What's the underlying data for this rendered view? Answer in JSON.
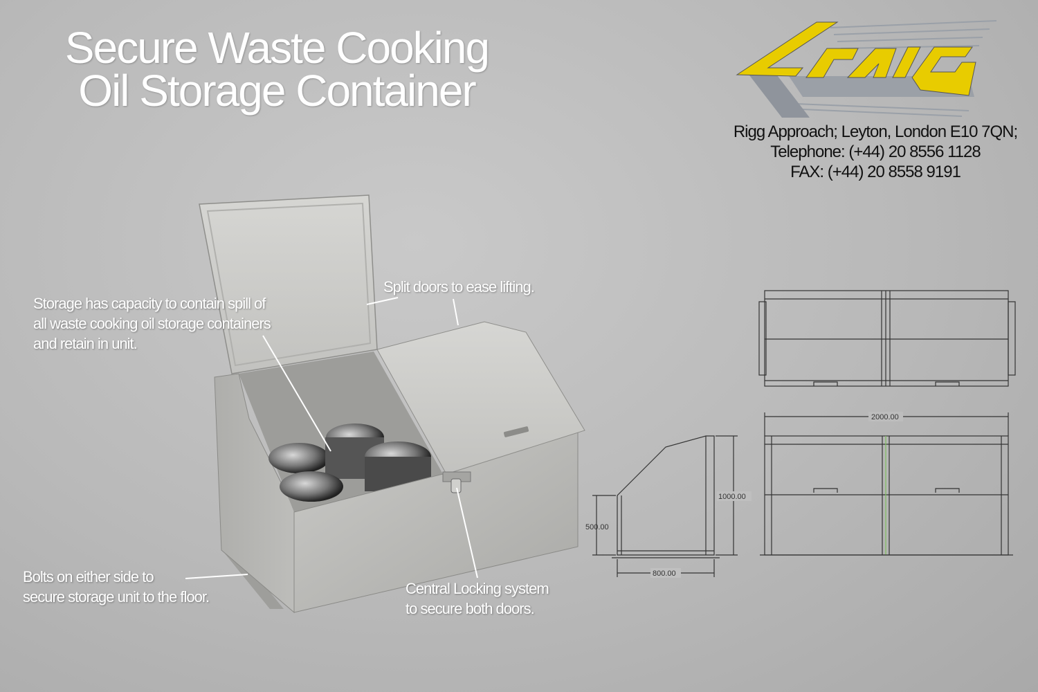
{
  "title": {
    "line1": "Secure Waste Cooking",
    "line2": "Oil Storage Container"
  },
  "logo": {
    "text": "CRAIG",
    "accent": "#e8cc00",
    "shadow": "#8f949c"
  },
  "contact": {
    "address": "Rigg Approach; Leyton, London E10 7QN;",
    "telephone": "Telephone: (+44) 20 8556 1128",
    "fax": "FAX: (+44) 20 8558 9191"
  },
  "callouts": {
    "capacity": [
      "Storage has capacity to contain spill of",
      "all waste cooking oil storage containers",
      "and retain in unit."
    ],
    "split_doors": "Split doors to ease lifting.",
    "bolts": [
      "Bolts on either side to",
      "secure storage unit to the floor."
    ],
    "locking": [
      "Central Locking system",
      "to secure both doors."
    ]
  },
  "drawings": {
    "width": "2000.00",
    "height": "1000.00",
    "front_height": "500.00",
    "depth": "800.00"
  },
  "colors": {
    "background": "#bdbdbd",
    "text": "#ffffff",
    "drawing_line": "#333333"
  }
}
